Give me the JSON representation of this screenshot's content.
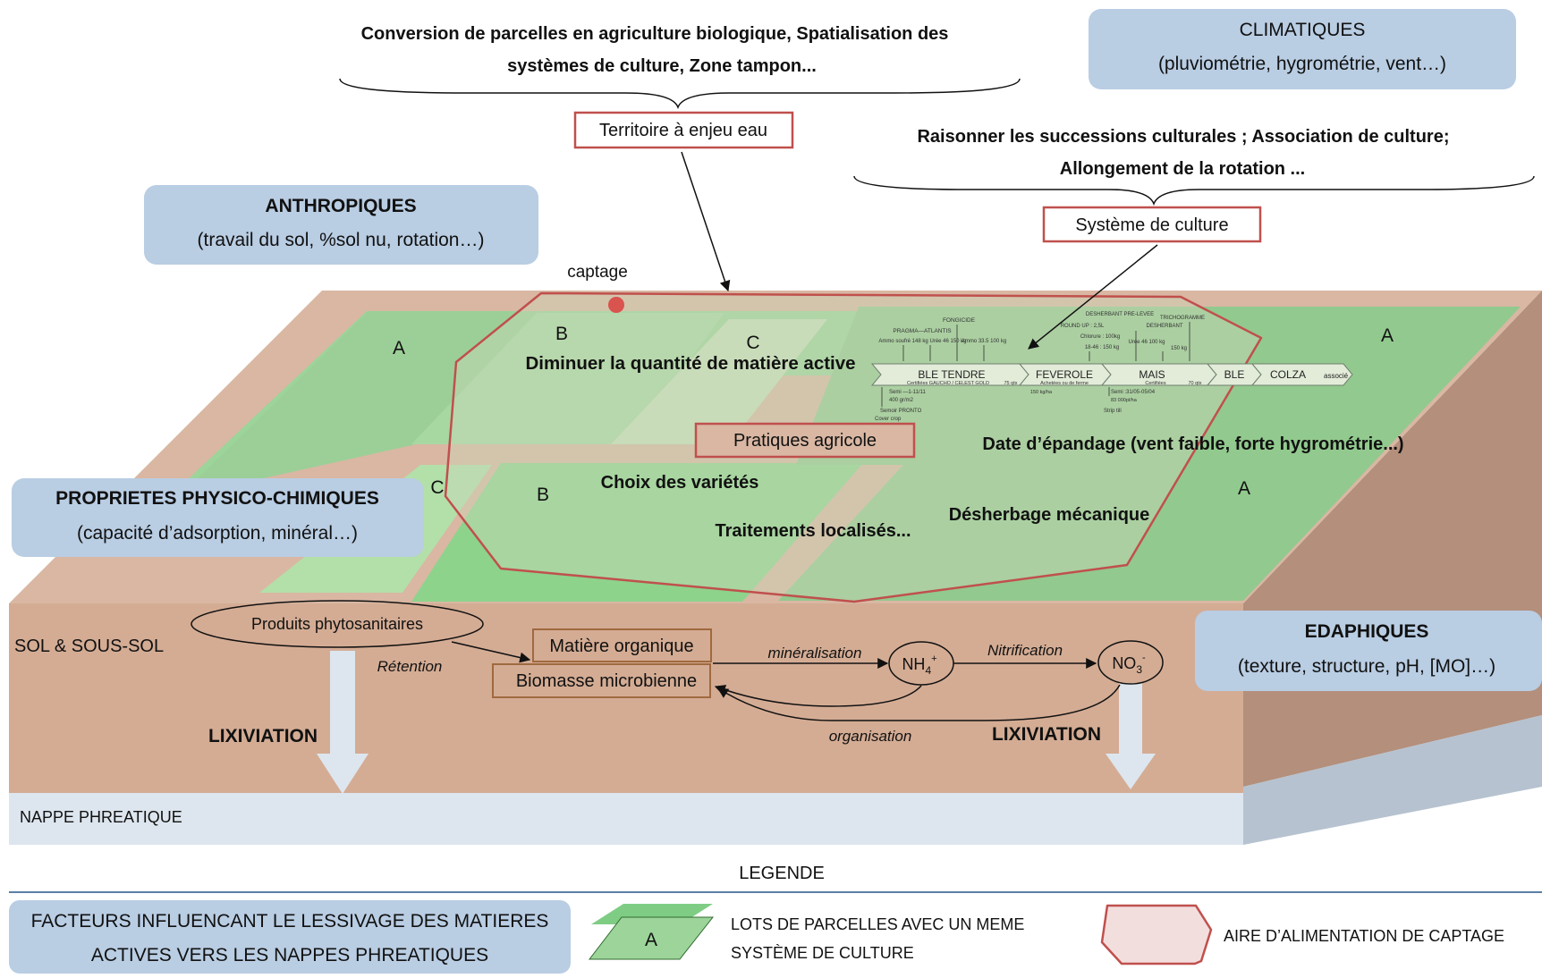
{
  "colors": {
    "earth_top": "#d9b7a3",
    "soil_front": "#d4ac94",
    "soil_side": "#b38f7c",
    "water_front": "#dde6ee",
    "water_side": "#b6c2cf",
    "green_dark": "#7fcd85",
    "green_mid": "#9cd49a",
    "green_light": "#c1e3b9",
    "green_pale": "#d9e6cf",
    "catchment_line": "#c0504d",
    "blue_box": "#b9cde3",
    "arrow_fill": "#dde6ee"
  },
  "top": {
    "conversion_line1": "Conversion de parcelles en agriculture biologique, Spatialisation des",
    "conversion_line2": "systèmes de culture, Zone tampon...",
    "territoire": "Territoire à enjeu eau",
    "raisonner_line1": "Raisonner les successions culturales ; Association de culture;",
    "raisonner_line2": "Allongement de la rotation ...",
    "systeme": "Système de culture"
  },
  "factors": {
    "climatiques_title": "CLIMATIQUES",
    "climatiques_sub": "(pluviométrie, hygrométrie, vent…)",
    "anthropiques_title": "ANTHROPIQUES",
    "anthropiques_sub": "(travail du sol, %sol nu, rotation…)",
    "physico_title": "PROPRIETES PHYSICO-CHIMIQUES",
    "physico_sub": "(capacité d’adsorption, minéral…)",
    "edaphiques_title": "EDAPHIQUES",
    "edaphiques_sub": "(texture, structure, pH, [MO]…)"
  },
  "field": {
    "captage": "captage",
    "lot_a": "A",
    "lot_b": "B",
    "lot_c": "C",
    "diminuer": "Diminuer la quantité de matière active",
    "pratiques": "Pratiques agricole",
    "date_epandage": "Date d’épandage (vent faible, forte hygrométrie...)",
    "choix_varietes": "Choix des variétés",
    "desherbage": "Désherbage mécanique",
    "traitements": "Traitements localisés..."
  },
  "rotation": {
    "crops": [
      "BLE TENDRE",
      "FEVEROLE",
      "MAIS",
      "BLE",
      "COLZA"
    ],
    "colza_suffix": "associé",
    "notes_top": [
      "FONGICIDE",
      "PRAGMA—ATLANTIS",
      "Ammo soufré 148 kg",
      "Urée 46 150 kg",
      "Ammo 33.5 100 kg",
      "DESHERBANT PRE-LEVEE",
      "ROUND UP : 2,5L",
      "TRICHOGRAMME",
      "DESHERBANT",
      "Chlorure : 100kg",
      "18-46 : 150 kg",
      "Urée 46 100 kg",
      "150 kg"
    ],
    "notes_mid": [
      "Certifiées GAUCHO / CELEST GOLD",
      "75 qtx",
      "Achetées ou de ferme",
      "150 kg/ha",
      "Certifiées",
      "70 qtx"
    ],
    "notes_bottom": [
      "Semi —1-11/11",
      "400 gr/m2",
      "Semoir PRONTO",
      "Cover crop",
      "Semi :31/05-05/04",
      "83 000pl/ha",
      "Strip till"
    ]
  },
  "soil": {
    "sol_label": "SOL & SOUS-SOL",
    "produits": "Produits phytosanitaires",
    "retention": "Rétention",
    "matiere": "Matière organique",
    "biomasse": "Biomasse microbienne",
    "mineralisation": "minéralisation",
    "nitrification": "Nitrification",
    "organisation": "organisation",
    "nh4": "NH",
    "nh4_sub": "4",
    "nh4_sup": "+",
    "no3": "NO",
    "no3_sub": "3",
    "no3_sup": "-",
    "lixiviation": "LIXIVIATION",
    "nappe": "NAPPE PHREATIQUE"
  },
  "legend": {
    "title": "LEGENDE",
    "factors_line1": "FACTEURS INFLUENCANT LE LESSIVAGE DES MATIERES",
    "factors_line2": "ACTIVES VERS LES NAPPES PHREATIQUES",
    "lot_letter": "A",
    "lots_line1": "LOTS DE PARCELLES AVEC UN MEME",
    "lots_line2": "SYSTÈME DE CULTURE",
    "aire": "AIRE D’ALIMENTATION DE CAPTAGE"
  }
}
